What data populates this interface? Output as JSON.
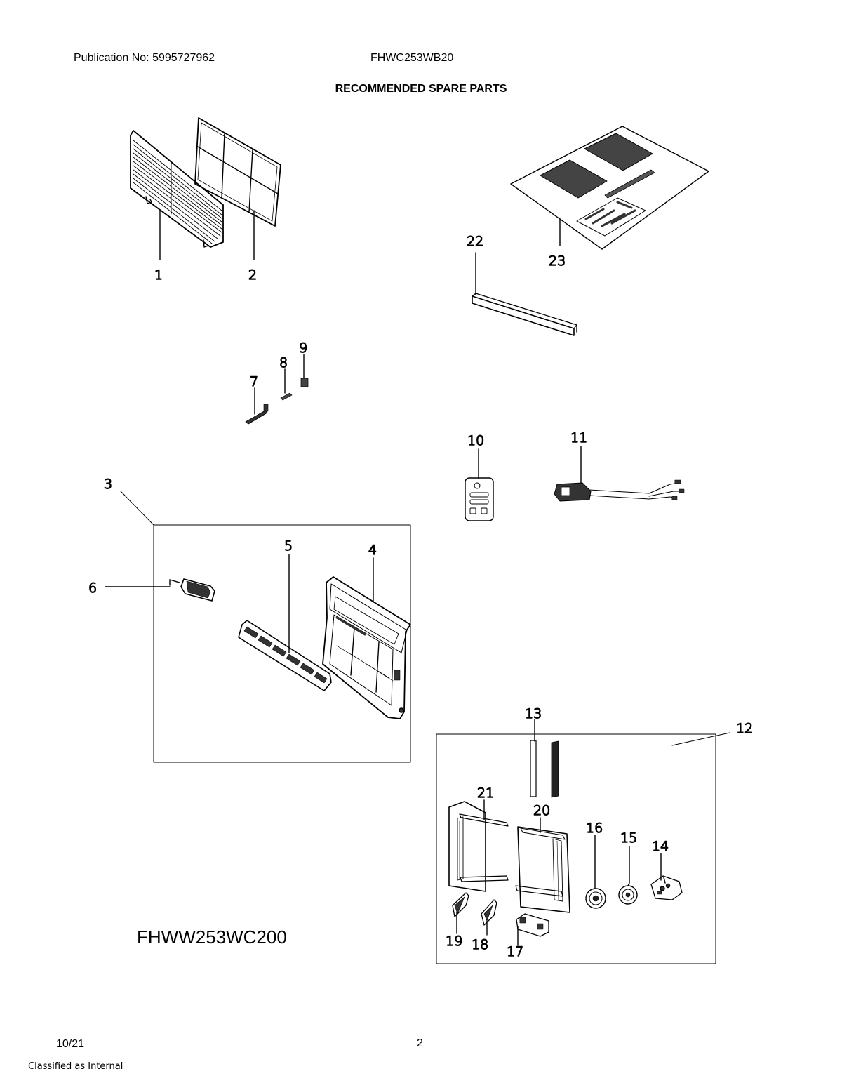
{
  "header": {
    "publication": "Publication No: 5995727962",
    "model": "FHWC253WB20",
    "title": "RECOMMENDED SPARE PARTS"
  },
  "callouts": {
    "c1": "1",
    "c2": "2",
    "c3": "3",
    "c4": "4",
    "c5": "5",
    "c6": "6",
    "c7": "7",
    "c8": "8",
    "c9": "9",
    "c10": "10",
    "c11": "11",
    "c12": "12",
    "c13": "13",
    "c14": "14",
    "c15": "15",
    "c16": "16",
    "c17": "17",
    "c18": "18",
    "c19": "19",
    "c20": "20",
    "c21": "21",
    "c22": "22",
    "c23": "23"
  },
  "variant_label": "FHWW253WC200",
  "footer": {
    "date": "10/21",
    "classification": "Classified as Internal",
    "page": "2"
  }
}
